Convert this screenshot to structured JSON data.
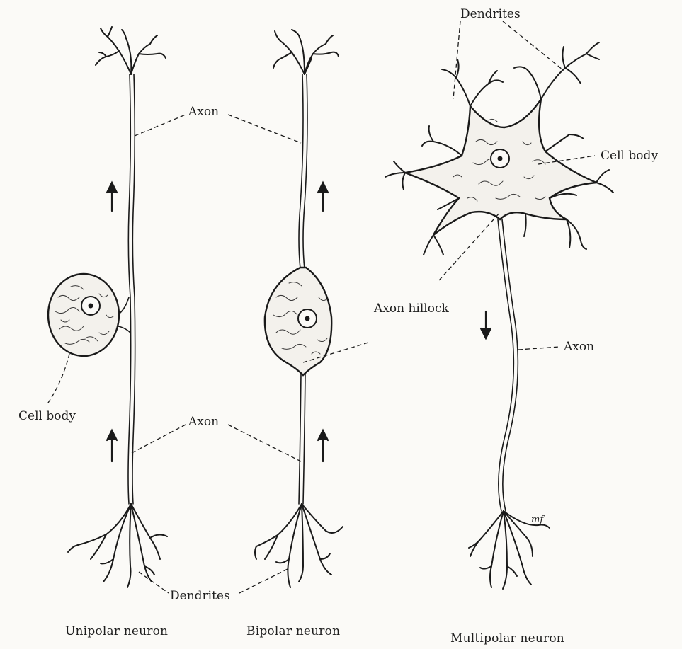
{
  "neurons": [
    {
      "key": "unipolar",
      "caption": "Unipolar neuron",
      "labels": {
        "axon_top": "Axon",
        "axon_bottom": "Axon",
        "cell_body": "Cell body",
        "dendrites": "Dendrites"
      }
    },
    {
      "key": "bipolar",
      "caption": "Bipolar neuron"
    },
    {
      "key": "multipolar",
      "caption": "Multipolar neuron",
      "labels": {
        "dendrites": "Dendrites",
        "cell_body": "Cell body",
        "axon_hillock": "Axon hillock",
        "axon": "Axon"
      }
    }
  ],
  "signature": "mf",
  "colors": {
    "ink": "#1a1a1a",
    "paper": "#fbfaf7",
    "cell_fill": "#f3f1ec"
  }
}
